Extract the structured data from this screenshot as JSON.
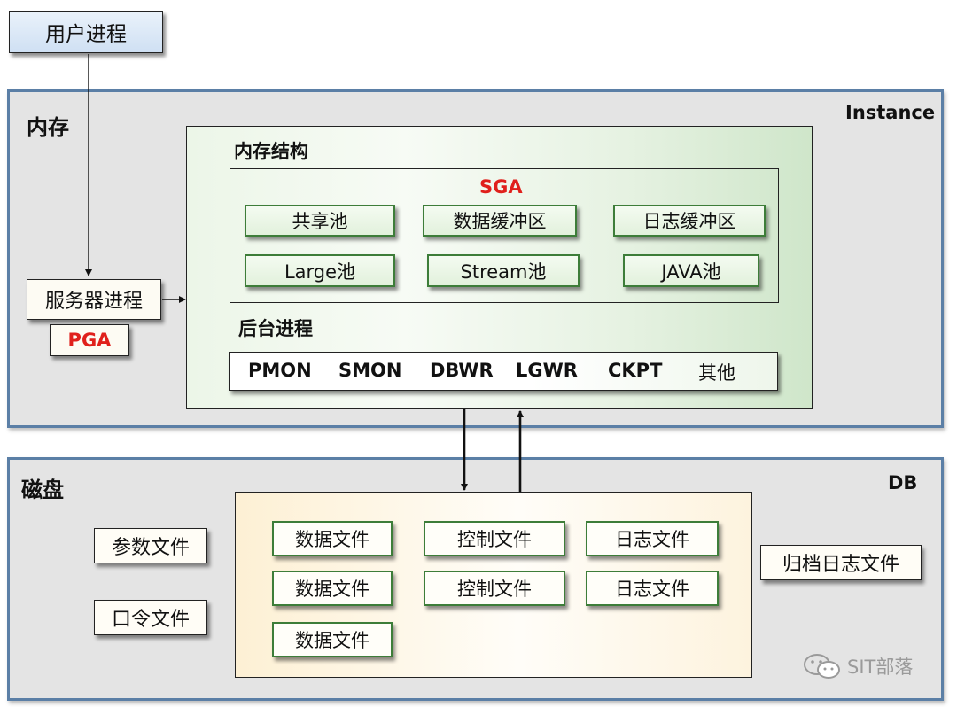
{
  "user_process": "用户进程",
  "instance": {
    "corner_label": "Instance",
    "region_label": "内存",
    "server_process": "服务器进程",
    "pga": "PGA",
    "memory_structure": {
      "title": "内存结构",
      "sga": {
        "title": "SGA",
        "pools": [
          "共享池",
          "数据缓冲区",
          "日志缓冲区",
          "Large池",
          "Stream池",
          "JAVA池"
        ]
      },
      "background": {
        "title": "后台进程",
        "processes": [
          "PMON",
          "SMON",
          "DBWR",
          "LGWR",
          "CKPT",
          "其他"
        ]
      }
    }
  },
  "db": {
    "corner_label": "DB",
    "region_label": "磁盘",
    "param_file": "参数文件",
    "password_file": "口令文件",
    "archive_log": "归档日志文件",
    "files": {
      "data": [
        "数据文件",
        "数据文件",
        "数据文件"
      ],
      "control": [
        "控制文件",
        "控制文件"
      ],
      "log": [
        "日志文件",
        "日志文件"
      ]
    }
  },
  "watermark": "SIT部落",
  "colors": {
    "frame_border": "#5b7fa6",
    "frame_fill": "#e4e4e4",
    "green_border": "#3d7d39",
    "highlight_red": "#e0201c",
    "user_process_fill": "#d7e6f6"
  }
}
